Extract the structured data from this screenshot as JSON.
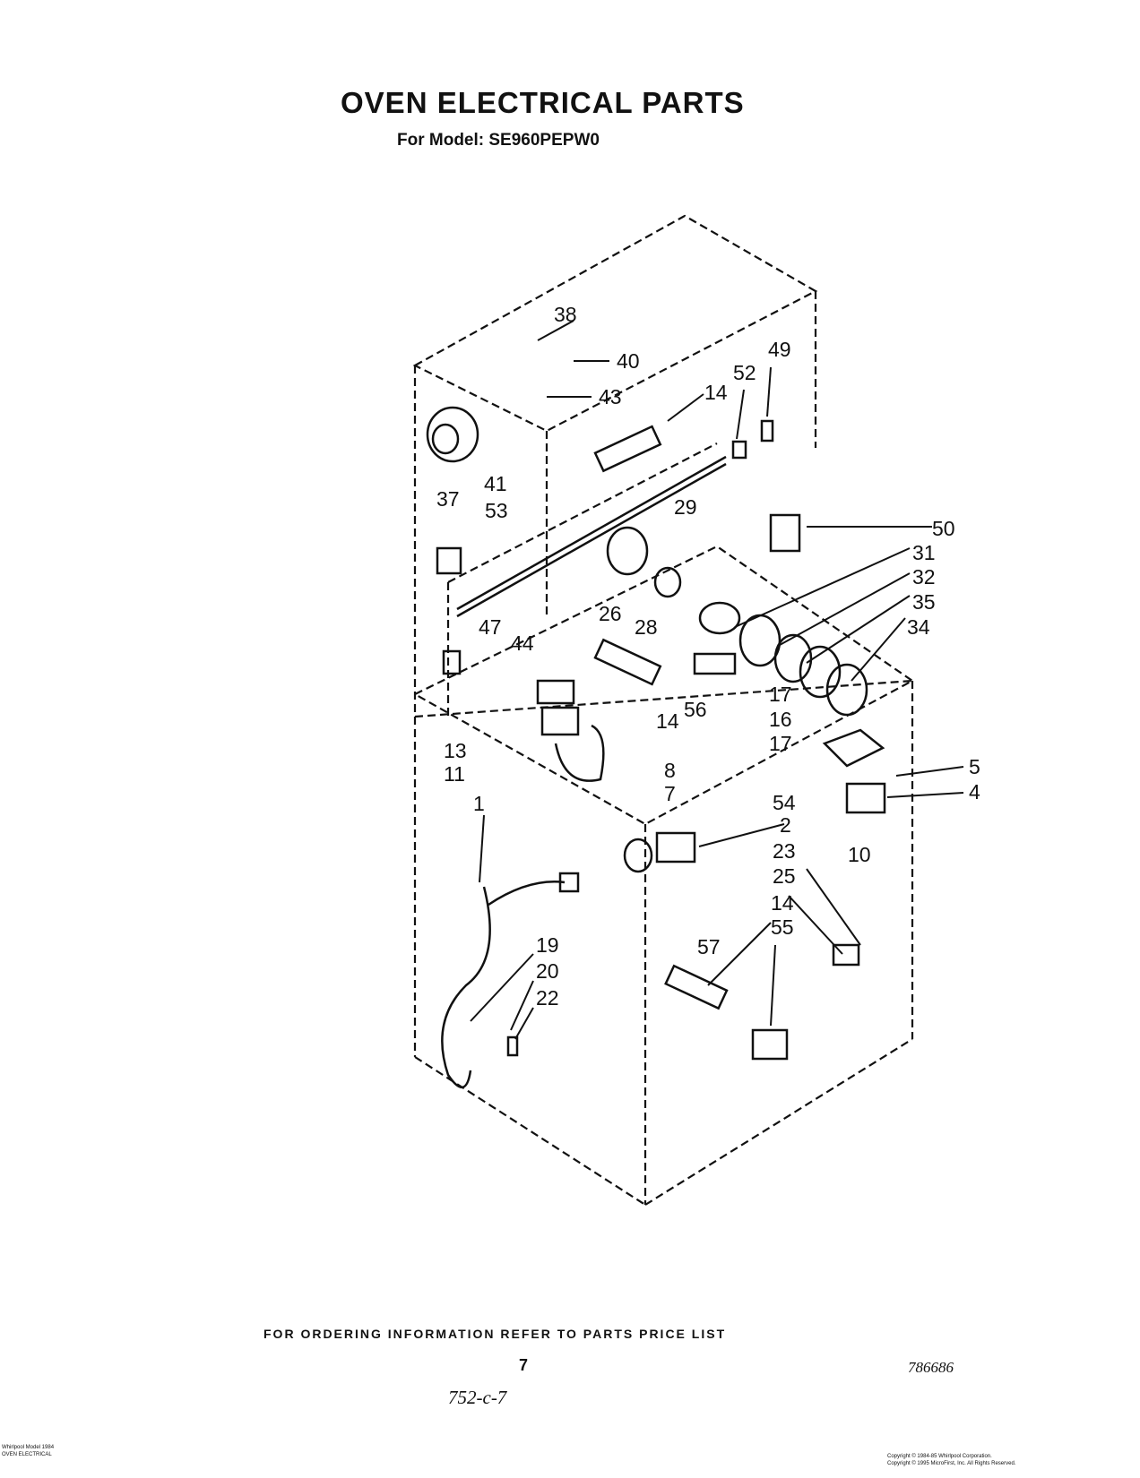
{
  "header": {
    "title": "OVEN ELECTRICAL PARTS",
    "subtitle": "For Model: SE960PEPW0"
  },
  "callouts": {
    "c38": "38",
    "c40": "40",
    "c43": "43",
    "c14a": "14",
    "c52": "52",
    "c49": "49",
    "c41": "41",
    "c37": "37",
    "c53": "53",
    "c29": "29",
    "c50": "50",
    "c31": "31",
    "c32": "32",
    "c35": "35",
    "c34": "34",
    "c26": "26",
    "c28": "28",
    "c47": "47",
    "c44": "44",
    "c56": "56",
    "c17a": "17",
    "c16": "16",
    "c17b": "17",
    "c14b": "14",
    "c13": "13",
    "c11": "11",
    "c8": "8",
    "c7": "7",
    "c5": "5",
    "c4": "4",
    "c54": "54",
    "c10": "10",
    "c2": "2",
    "c1": "1",
    "c23": "23",
    "c25": "25",
    "c14c": "14",
    "c55": "55",
    "c57": "57",
    "c19": "19",
    "c20": "20",
    "c22": "22"
  },
  "footer": {
    "order_info": "FOR ORDERING INFORMATION REFER TO PARTS PRICE LIST",
    "page_number": "7",
    "document_number": "786686",
    "handwritten_note": "752-c-7",
    "left_line1": "Whirlpool Model 1984",
    "left_line2": "OVEN ELECTRICAL",
    "right_line1": "Copyright © 1984-85 Whirlpool Corporation.",
    "right_line2": "Copyright © 1995 MicroFirst, Inc. All Rights Reserved."
  }
}
